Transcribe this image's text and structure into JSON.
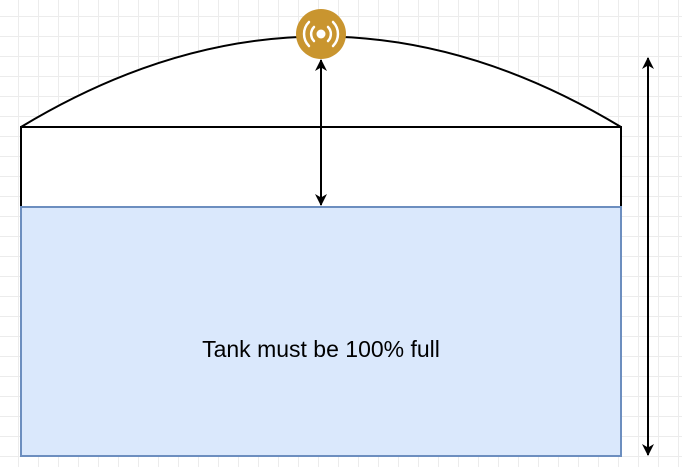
{
  "diagram": {
    "liquid_label": "Tank must be 100% full",
    "colors": {
      "liquid_fill": "#dae8fc",
      "liquid_stroke": "#6c8ebf",
      "line": "#000000",
      "sensor": "#c9952f",
      "sensor_waves": "#ffffff",
      "grid": "#ececec"
    },
    "icons": {
      "sensor": "wireless-level-sensor-icon",
      "distance_arrow": "double-headed-arrow",
      "height_arrow": "double-headed-arrow"
    }
  }
}
